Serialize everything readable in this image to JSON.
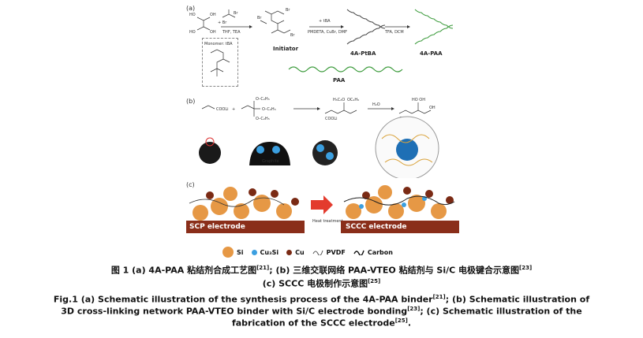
{
  "panel_labels": {
    "a": "(a)",
    "b": "(b)",
    "c": "(c)"
  },
  "panel_a": {
    "reagents_1": "THF, TEA",
    "reagents_2": "+ tBA",
    "reagents_3": "PMDETA, CuBr, DMF",
    "reagents_4": "TFA, DCM",
    "initiator": "Initiator",
    "monomer": "Monomer: tBA",
    "product_1": "4A-PtBA",
    "product_2": "4A-PAA",
    "polymer": "PAA"
  },
  "panel_b": {
    "reactant": "COOLi",
    "h2o": "H₂O",
    "graphite": "Graphite"
  },
  "panel_c": {
    "left_electrode": "SCP electrode",
    "right_electrode": "SCCC electrode",
    "arrow_label": "Heat treatment"
  },
  "legend": {
    "si": "Si",
    "cu3si": "Cu₃Si",
    "cu": "Cu",
    "pvdf": "PVDF",
    "carbon": "Carbon"
  },
  "colors": {
    "si": "#e69845",
    "cu3si": "#3b9fe0",
    "cu": "#7a2a14",
    "electrode_base": "#8a2e1a",
    "arrow": "#e33b2e"
  },
  "caption": {
    "cn_line1_a": "图 1   (a) 4A-PAA 粘结剂合成工艺图",
    "cn_line1_a_ref": "[21]",
    "cn_line1_b": "; (b) 三维交联网络 PAA-VTEO 粘结剂与 Si/C 电极键合示意图",
    "cn_line1_b_ref": "[23]",
    "cn_line2": "(c) SCCC 电极制作示意图",
    "cn_line2_ref": "[25]",
    "en_line1": "Fig.1   (a) Schematic illustration of the synthesis process of the 4A-PAA binder",
    "en_line1_ref": "[21]",
    "en_line1_tail": "; (b) Schematic illustration of",
    "en_line2": "3D cross-linking network PAA-VTEO binder with Si/C electrode bonding",
    "en_line2_ref": "[23]",
    "en_line2_tail": "; (c) Schematic illustration of the",
    "en_line3": "fabrication of the SCCC electrode",
    "en_line3_ref": "[25]",
    "en_line3_tail": "."
  },
  "footer": "             "
}
